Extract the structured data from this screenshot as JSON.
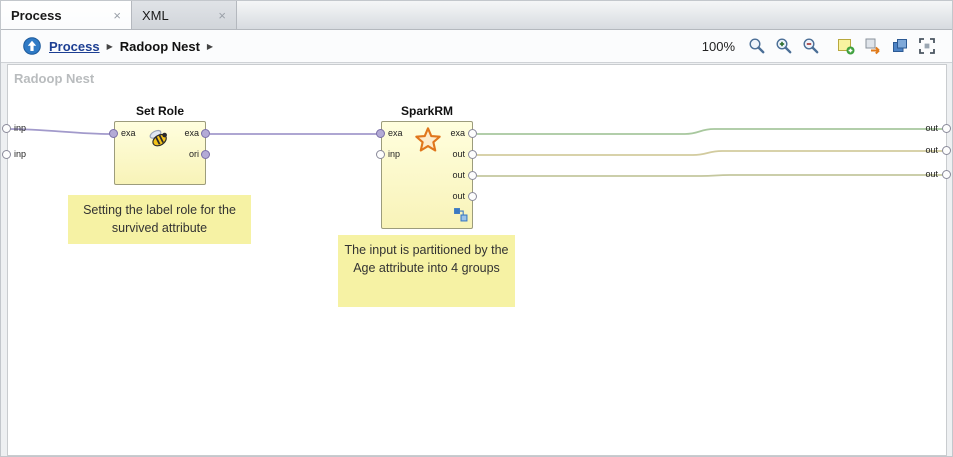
{
  "window": {
    "tabs": [
      {
        "label": "Process",
        "close": "×"
      },
      {
        "label": "XML",
        "close": "×"
      }
    ]
  },
  "breadcrumb": {
    "link": "Process",
    "current": "Radoop Nest",
    "separator": "▶"
  },
  "toolbar": {
    "zoom_level": "100%",
    "icons": [
      "zoom-percent",
      "zoom-in",
      "zoom-out",
      "add-note",
      "auto-wire",
      "arrange-windows",
      "fit-to-screen"
    ]
  },
  "canvas": {
    "watermark": "Radoop Nest",
    "left_ports": [
      {
        "label": "inp"
      },
      {
        "label": "inp"
      }
    ],
    "right_ports": [
      {
        "label": "out"
      },
      {
        "label": "out"
      },
      {
        "label": "out"
      }
    ],
    "operators": [
      {
        "name": "Set Role",
        "icon": "bee",
        "in_ports": [
          {
            "label": "exa"
          }
        ],
        "out_ports": [
          {
            "label": "exa"
          },
          {
            "label": "ori"
          }
        ]
      },
      {
        "name": "SparkRM",
        "icon": "star",
        "in_ports": [
          {
            "label": "exa"
          },
          {
            "label": "inp"
          }
        ],
        "out_ports": [
          {
            "label": "exa"
          },
          {
            "label": "out"
          },
          {
            "label": "out"
          },
          {
            "label": "out"
          }
        ]
      }
    ],
    "notes": [
      {
        "text": "Setting the label role for the survived attribute"
      },
      {
        "text": "The input is partitioned by the Age attribute into 4 groups"
      }
    ]
  },
  "colors": {
    "connection_example": "#a29acb",
    "connection_green": "#a8c89e",
    "connection_tan": "#d2cb9e",
    "connection_tan2": "#c4c79e",
    "operator_bg": "#fdfcc4",
    "note_bg": "#f6f2a4",
    "watermark_text": "#b9bcbe"
  }
}
